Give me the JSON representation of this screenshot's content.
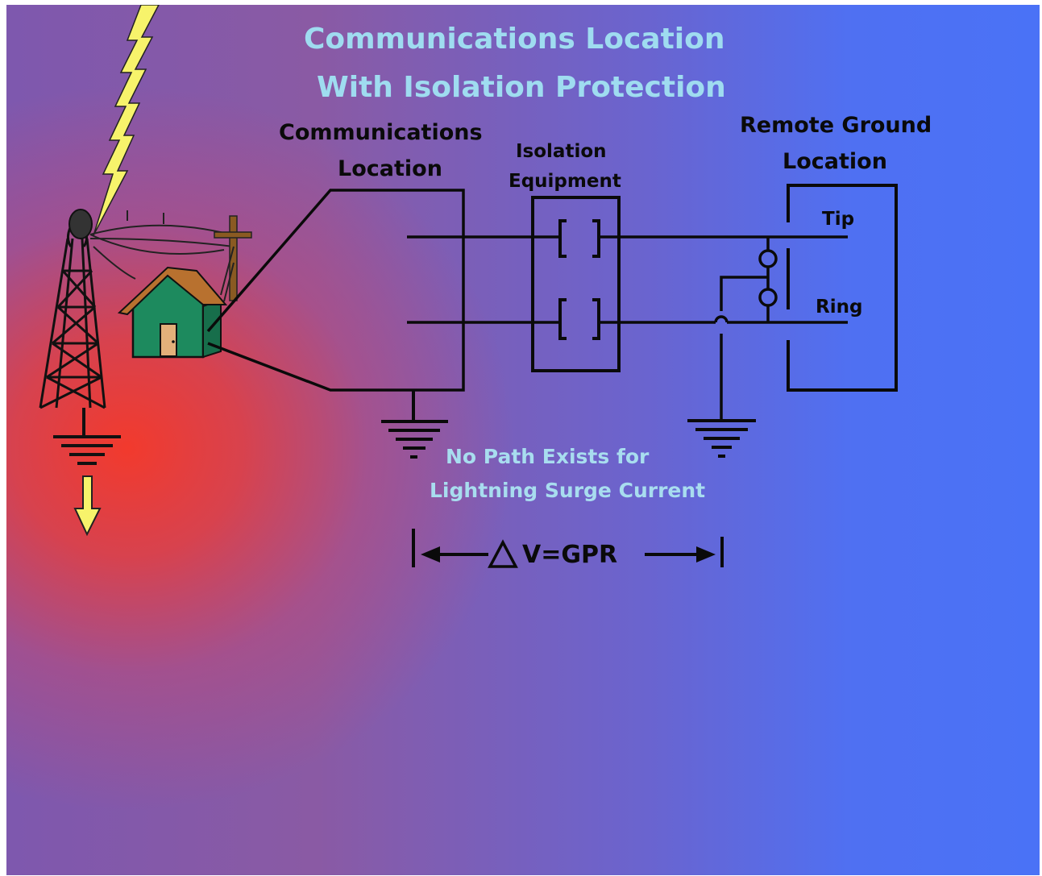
{
  "title": {
    "line1": "Communications Location",
    "line2": "With Isolation Protection"
  },
  "labels": {
    "comm_line1": "Communications",
    "comm_line2": "Location",
    "iso_line1": "Isolation",
    "iso_line2": "Equipment",
    "remote_line1": "Remote Ground",
    "remote_line2": "Location",
    "tip": "Tip",
    "ring": "Ring"
  },
  "note": {
    "line1": "No Path Exists for",
    "line2": "Lightning Surge Current"
  },
  "gpr_label": "V=GPR",
  "colors": {
    "title": "#9fdcf0",
    "note": "#a8ddef",
    "lightning": "#f7f36b",
    "house_wall": "#1d8a5e",
    "house_roof": "#b8712f",
    "door": "#e3b07a",
    "line": "#0a0a0a"
  }
}
